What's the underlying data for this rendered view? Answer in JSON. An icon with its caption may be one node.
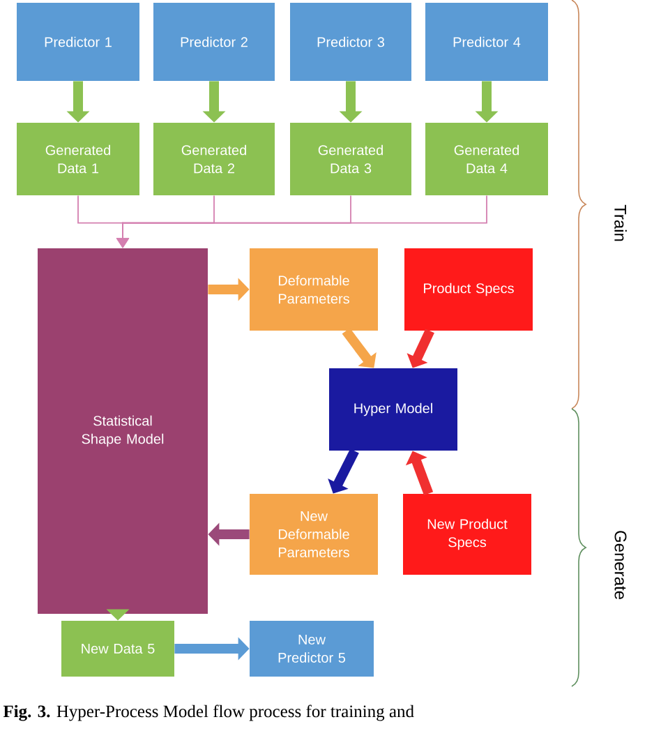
{
  "diagram": {
    "caption": "**Fig. 3.** Hyper-Process Model flow process for training and",
    "nodes": [
      {
        "text": [
          "Predictor 1"
        ]
      },
      {
        "text": [
          "Predictor 2"
        ]
      },
      {
        "text": [
          "Predictor 3"
        ]
      },
      {
        "text": [
          "Predictor 4"
        ]
      },
      {
        "text": [
          "Generated Data 1"
        ]
      },
      {
        "text": [
          "Generated Data 2"
        ]
      },
      {
        "text": [
          "Generated Data 3"
        ]
      },
      {
        "text": [
          "Generated Data 4"
        ]
      },
      {
        "text": [
          "Statistical Shape Model"
        ]
      },
      {
        "text": [
          "Deformable Parameters"
        ]
      },
      {
        "text": [
          "Product Specs"
        ]
      },
      {
        "text": [
          "Hyper Model"
        ]
      },
      {
        "text": [
          "New Deformable Parameters"
        ]
      },
      {
        "text": [
          "New Product Specs"
        ]
      },
      {
        "text": [
          "New Data 5"
        ]
      },
      {
        "text": [
          "New Predictor 5"
        ]
      }
    ],
    "edges": [
      {
        "from": 0,
        "to": 4,
        "arrow": "to",
        "color": "#8cc152"
      },
      {
        "from": 1,
        "to": 5,
        "arrow": "to",
        "color": "#8cc152"
      },
      {
        "from": 2,
        "to": 6,
        "arrow": "to",
        "color": "#8cc152"
      },
      {
        "from": 3,
        "to": 7,
        "arrow": "to",
        "color": "#8cc152"
      },
      {
        "from": 4,
        "to": 8,
        "arrow": "to",
        "color": "#d47fb0"
      },
      {
        "from": 5,
        "to": 8,
        "arrow": "to",
        "color": "#d47fb0"
      },
      {
        "from": 6,
        "to": 8,
        "arrow": "to",
        "color": "#d47fb0"
      },
      {
        "from": 7,
        "to": 8,
        "arrow": "to",
        "color": "#d47fb0"
      },
      {
        "from": 8,
        "to": 9,
        "arrow": "to",
        "color": "#f5a54a"
      },
      {
        "from": 9,
        "to": 11,
        "arrow": "to",
        "color": "#f5a54a"
      },
      {
        "from": 10,
        "to": 11,
        "arrow": "to",
        "color": "#f03030"
      },
      {
        "from": 11,
        "to": 12,
        "arrow": "to",
        "color": "#1a1aa0"
      },
      {
        "from": 13,
        "to": 11,
        "arrow": "to",
        "color": "#f03030"
      },
      {
        "from": 12,
        "to": 8,
        "arrow": "to",
        "color": "#9b4a7a"
      },
      {
        "from": 8,
        "to": 14,
        "arrow": "to",
        "color": "#8cc152"
      },
      {
        "from": 14,
        "to": 15,
        "arrow": "to",
        "color": "#5b9bd5"
      }
    ],
    "labels": [
      "Train",
      "Generate"
    ]
  }
}
